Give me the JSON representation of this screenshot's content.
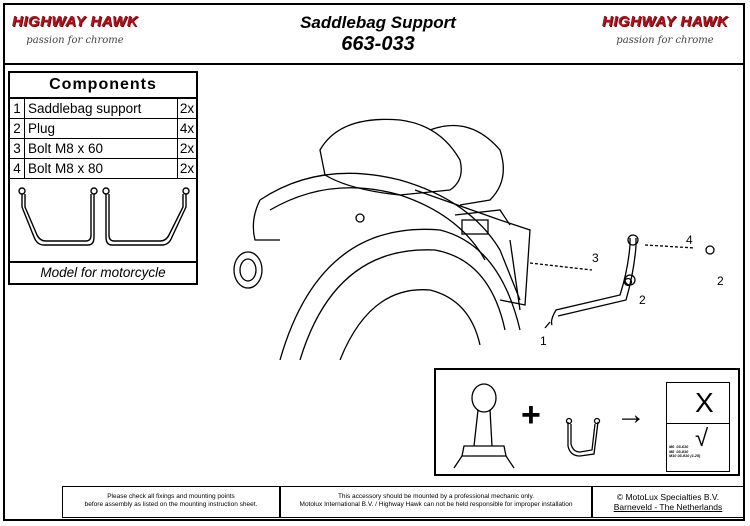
{
  "header": {
    "brand": "HIGHWAY HAWK",
    "tagline": "passion for chrome",
    "title": "Saddlebag Support",
    "part_number": "663-033"
  },
  "components": {
    "heading": "Components",
    "items": [
      {
        "num": "1",
        "label": "Saddlebag support",
        "qty": "2x"
      },
      {
        "num": "2",
        "label": "Plug",
        "qty": "4x"
      },
      {
        "num": "3",
        "label": "Bolt M8 x 60",
        "qty": "2x"
      },
      {
        "num": "4",
        "label": "Bolt M8 x 80",
        "qty": "2x"
      }
    ],
    "footer": "Model for motorcycle"
  },
  "callouts": {
    "c1": "1",
    "c2a": "2",
    "c2b": "2",
    "c3": "3",
    "c4": "4"
  },
  "install": {
    "plus": "+",
    "arrow": "→",
    "wrong": "X",
    "right": "√",
    "bolt_spec": "M6  03-610\nM8  03-810\nM10 03-910 (1.25)"
  },
  "footer": {
    "note1_line1": "Please check all fixings and mounting points",
    "note1_line2": "before assembly as listed on the mounting instruction sheet.",
    "note2_line1": "This accessory should be mounted by a professional mechanic only.",
    "note2_line2": "Motolux International B.V. / Highway Hawk can not be held responsible for improper installation",
    "copyright": "© MotoLux Specialties B.V.",
    "location": "Barneveld - The Netherlands"
  }
}
